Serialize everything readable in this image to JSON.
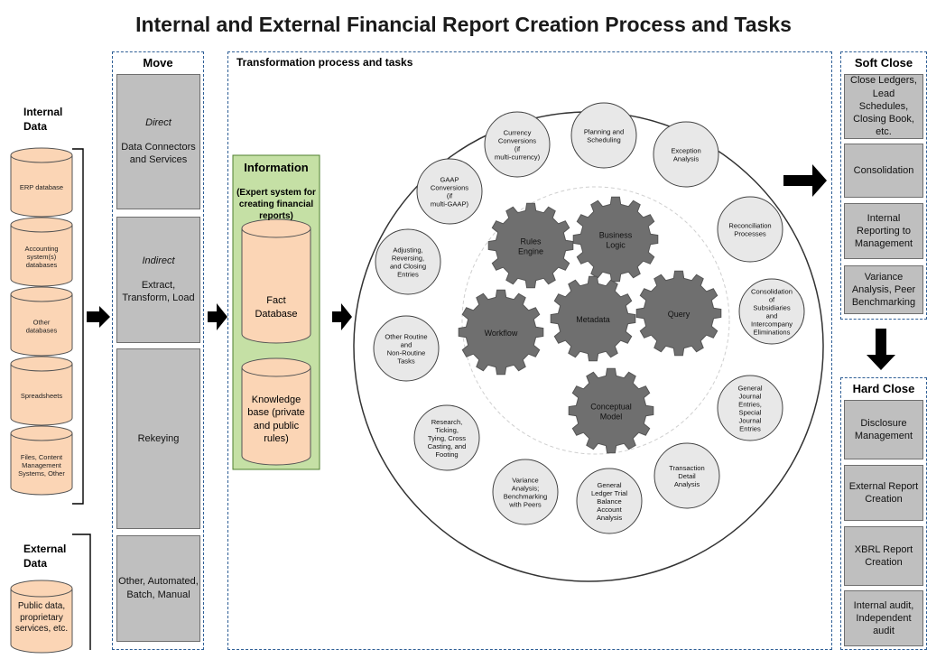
{
  "title": "Internal and External Financial Report Creation Process and Tasks",
  "internal_data": {
    "label": "Internal Data",
    "sources": [
      "ERP database",
      "Accounting system(s) databases",
      "Other databases",
      "Spreadsheets",
      "Files, Content Management Systems, Other"
    ]
  },
  "external_data": {
    "label": "External Data",
    "source": "Public data, proprietary services, etc."
  },
  "move": {
    "label": "Move",
    "blocks": [
      {
        "italic": "Direct",
        "text": "Data Connectors and Services"
      },
      {
        "italic": "Indirect",
        "text": "Extract, Transform, Load"
      },
      {
        "italic": "",
        "text": "Rekeying"
      },
      {
        "italic": "",
        "text": "Other, Automated, Batch, Manual"
      }
    ]
  },
  "transformation": {
    "label": "Transformation process and tasks",
    "information": {
      "title": "Information",
      "subtitle": "(Expert system for creating financial reports)",
      "fact_db": "Fact Database",
      "knowledge_base": "Knowledge base (private and public rules)"
    },
    "tasks": [
      "Currency Conversions (if multi-currency)",
      "Planning and Scheduling",
      "Exception Analysis",
      "Reconciliation Processes",
      "Consolidation of Subsidiaries and Intercompany Eliminations",
      "General Journal Entries, Special Journal Entries",
      "Transaction Detail Analysis",
      "General Ledger Trial Balance Account Analysis",
      "Variance Analysis; Benchmarking with Peers",
      "Research, Ticking, Tying, Cross Casting, and Footing",
      "Other Routine and Non-Routine Tasks",
      "Adjusting, Reversing, and Closing Entries",
      "GAAP Conversions (if multi-GAAP)"
    ],
    "gears": [
      "Rules Engine",
      "Business Logic",
      "Workflow",
      "Metadata",
      "Query",
      "Conceptual Model"
    ]
  },
  "soft_close": {
    "label": "Soft Close",
    "items": [
      "Close Ledgers, Lead Schedules, Closing Book, etc.",
      "Consolidation",
      "Internal Reporting to Management",
      "Variance Analysis, Peer Benchmarking"
    ]
  },
  "hard_close": {
    "label": "Hard Close",
    "items": [
      "Disclosure Management",
      "External Report Creation",
      "XBRL Report Creation",
      "Internal audit, Independent audit"
    ]
  },
  "colors": {
    "dashed_border": "#2f5f96",
    "gray_box": "#bfbfbf",
    "cylinder": "#fbd5b5",
    "information_bg": "#c5e0a5",
    "gear": "#6f6f6f",
    "task_circle": "#e8e8e8"
  }
}
